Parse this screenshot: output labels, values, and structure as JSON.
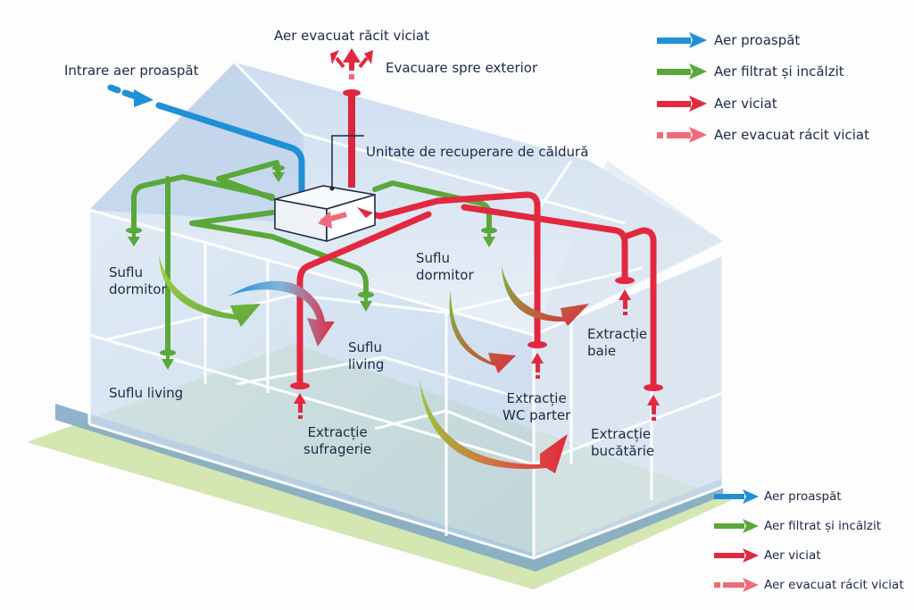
{
  "title_labels": {
    "exhaust_top": "Aer evacuat răcit viciat",
    "exhaust_outside": "Evacuare spre exterior",
    "fresh_intake": "Intrare aer proaspăt",
    "heat_recovery_unit": "Unitate de recuperare de căldură"
  },
  "room_labels": {
    "supply_bedroom_left": [
      "Suflu",
      "dormitor"
    ],
    "supply_living_left": "Suflu living",
    "supply_living_center": [
      "Suflu",
      "living"
    ],
    "supply_bedroom_center": [
      "Suflu",
      "dormitor"
    ],
    "extract_dining": [
      "Extracție",
      "sufragerie"
    ],
    "extract_wc": [
      "Extracție",
      "WC parter"
    ],
    "extract_bath": [
      "Extracție",
      "baie"
    ],
    "extract_kitchen": [
      "Extracție",
      "bucătărie"
    ]
  },
  "legend": [
    {
      "label": "Aer proaspăt",
      "color": "#1f8fd6",
      "style": "solid"
    },
    {
      "label": "Aer filtrat și incălzit",
      "color": "#5aa83a",
      "style": "solid"
    },
    {
      "label": "Aer viciat",
      "color": "#e2283f",
      "style": "solid"
    },
    {
      "label": "Aer evacuat rácit viciat",
      "color": "#f06a7a",
      "style": "dashed"
    }
  ],
  "colors": {
    "fresh": "#1f8fd6",
    "supply": "#5aa83a",
    "stale": "#e2283f",
    "exhaust": "#f06a7a",
    "glass": "#c9dcee",
    "ground": "#cfe3a8",
    "text": "#1c2a44"
  }
}
